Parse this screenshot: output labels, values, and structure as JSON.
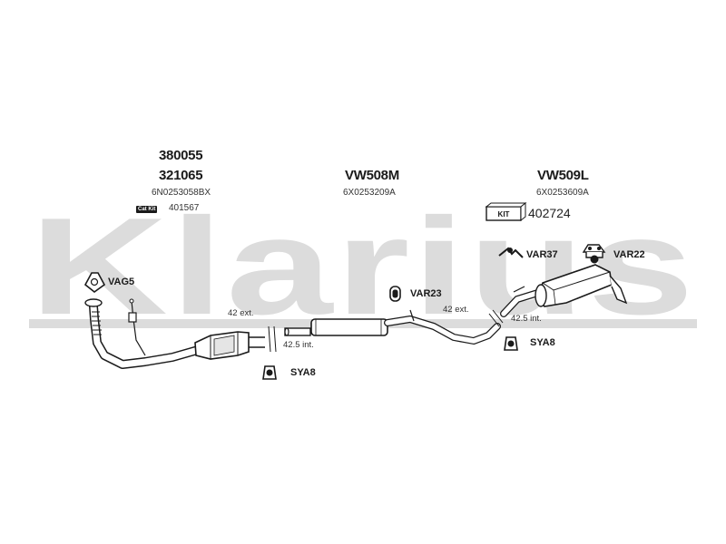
{
  "watermark": {
    "text": "Klarius",
    "color": "#d9d9d9"
  },
  "sections": {
    "front": {
      "part_numbers": [
        "380055",
        "321065"
      ],
      "oe_number": "6N0253058BX",
      "cat_kit_label": "Cat Kit",
      "cat_kit_number": "401567"
    },
    "middle": {
      "part_number": "VW508M",
      "oe_number": "6X0253209A"
    },
    "rear": {
      "part_number": "VW509L",
      "oe_number": "6X0253609A",
      "kit_label": "KIT",
      "kit_number": "402724"
    }
  },
  "fittings": {
    "vag5": "VAG5",
    "sya8_front": "SYA8",
    "var23": "VAR23",
    "var37": "VAR37",
    "var22": "VAR22",
    "sya8_rear": "SYA8"
  },
  "dimensions": {
    "ext_front": "42 ext.",
    "int_front": "42.5 int.",
    "ext_rear": "42 ext.",
    "int_rear": "42.5 int."
  }
}
